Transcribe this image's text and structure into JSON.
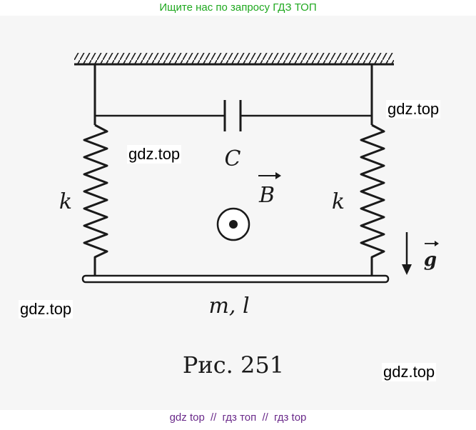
{
  "banner": "Ищите нас по запросу ГДЗ ТОП",
  "labels": {
    "capacitor": "C",
    "field": "B",
    "spring_left": "k",
    "spring_right": "k",
    "gravity": "g",
    "rod": "m, l",
    "caption": "Рис.  251"
  },
  "watermarks": [
    "gdz.top",
    "gdz.top",
    "gdz.top",
    "gdz.top"
  ],
  "footer": [
    "gdz top",
    "гдз топ",
    "гдз top"
  ],
  "footer_separator": "//",
  "colors": {
    "banner": "#1fa81f",
    "footer": "#6a2a8a",
    "ink": "#1a1a1a"
  }
}
